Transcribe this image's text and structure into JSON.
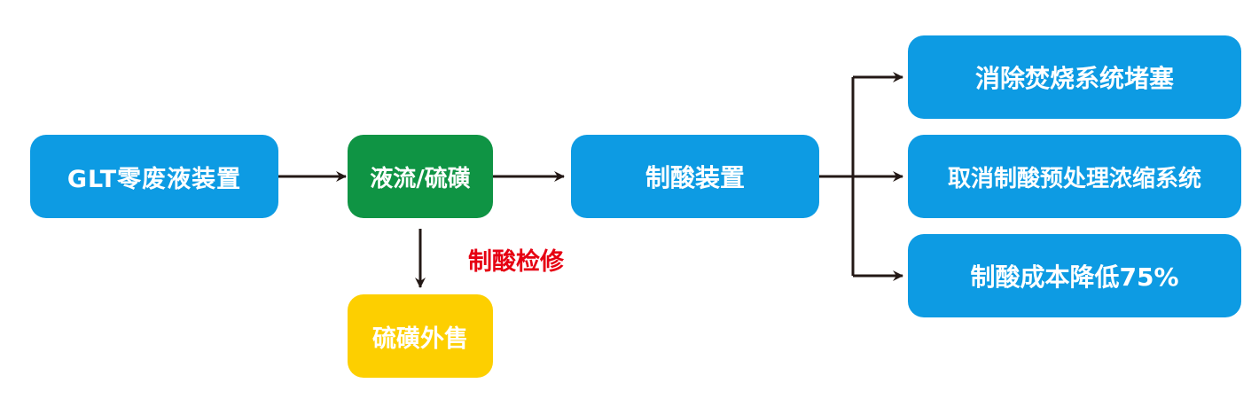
{
  "nodes": {
    "glt_device": "GLT零废液装置",
    "liquid_flow": "液流/硫磺",
    "acid_plant": "制酸装置",
    "sulfur_sale": "硫磺外售",
    "result_1": "消除焚烧系统堵塞",
    "result_2": "取消制酸预处理浓缩系统",
    "result_3": "制酸成本降低75%"
  },
  "annotations": {
    "maintenance": "制酸检修"
  },
  "colors": {
    "blue": "#0d9be3",
    "green": "#0f9444",
    "yellow": "#fdcf00",
    "annotation_red": "#e60012",
    "arrow": "#231815"
  }
}
